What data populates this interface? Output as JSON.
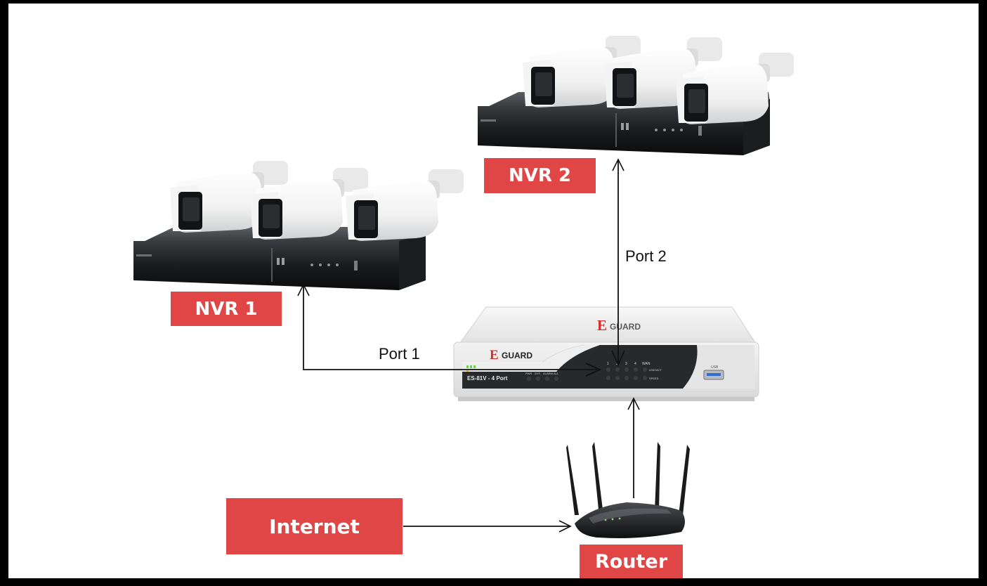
{
  "labels": {
    "nvr1": "NVR 1",
    "nvr2": "NVR 2",
    "internet": "Internet",
    "router": "Router",
    "port1": "Port 1",
    "port2": "Port 2"
  },
  "switch": {
    "brand_letter": "E",
    "brand_word": "GUARD",
    "model": "ES-81V - 4 Port",
    "status_labels": [
      "PWR",
      "SYS",
      "ALARM",
      "ALL"
    ],
    "port_numbers": [
      "1",
      "2",
      "3",
      "4",
      "WAN"
    ],
    "row_labels": [
      "LINK/ACT",
      "SPEED"
    ],
    "usb_label": "USB"
  },
  "colors": {
    "label_red": "#e04646",
    "brand_red": "#d42a2a",
    "arrow": "#111111"
  },
  "icons": [
    "camera-icon",
    "nvr-recorder-icon",
    "network-switch-icon",
    "router-icon"
  ]
}
